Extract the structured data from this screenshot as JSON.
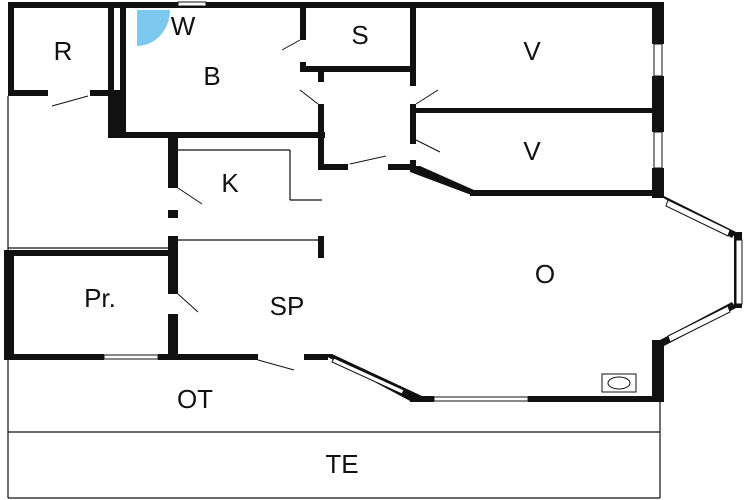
{
  "floorplan": {
    "rooms": [
      {
        "id": "w",
        "label": "W"
      },
      {
        "id": "r",
        "label": "R"
      },
      {
        "id": "b",
        "label": "B"
      },
      {
        "id": "s",
        "label": "S"
      },
      {
        "id": "v1",
        "label": "V"
      },
      {
        "id": "v2",
        "label": "V"
      },
      {
        "id": "k",
        "label": "K"
      },
      {
        "id": "o",
        "label": "O"
      },
      {
        "id": "pr",
        "label": "Pr."
      },
      {
        "id": "sp",
        "label": "SP"
      },
      {
        "id": "ot",
        "label": "OT"
      },
      {
        "id": "te",
        "label": "TE"
      }
    ],
    "colors": {
      "wall": "#111111",
      "shower": "#7cc8ef",
      "background": "#ffffff"
    }
  }
}
